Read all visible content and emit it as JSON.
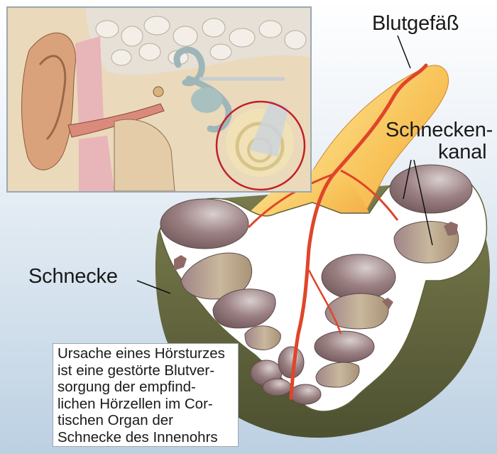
{
  "labels": {
    "vessel": "Blutgefäß",
    "canal_line1": "Schnecken-",
    "canal_line2": "kanal",
    "cochlea": "Schnecke"
  },
  "infobox": {
    "lines": [
      "Ursache eines Hörsturzes",
      "ist eine gestörte Blutver-",
      "sorgung der empfind-",
      "lichen Hörzellen im Cor-",
      "tischen Organ der",
      "Schnecke des Innenohrs"
    ]
  },
  "colors": {
    "highlight_circle": "#c0202a",
    "vessel": "#e0452a",
    "nerve": "#f5b84a",
    "cochlea_wall": "#5e6238",
    "canal": "#8a6e70",
    "frame": "#9aa8b2"
  }
}
